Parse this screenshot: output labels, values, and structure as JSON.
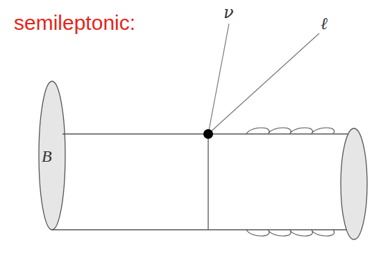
{
  "diagram": {
    "labels": [
      "semileptonic:",
      "ν",
      "ℓ",
      "B"
    ]
  }
}
